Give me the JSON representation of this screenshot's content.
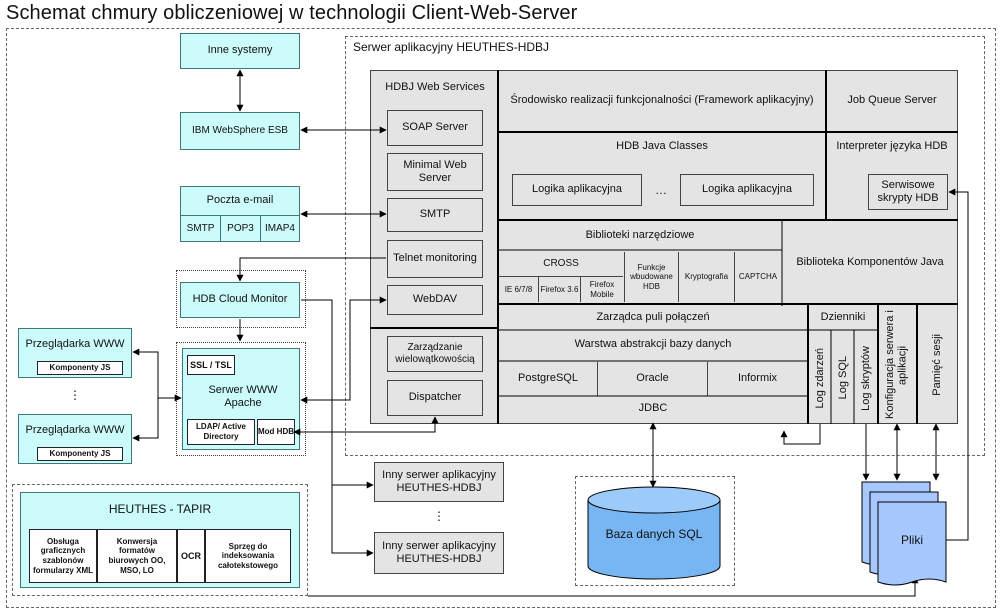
{
  "title": "Schemat chmury obliczeniowej w technologii Client-Web-Server",
  "left": {
    "inne_systemy": "Inne systemy",
    "ibm_esb": "IBM WebSphere ESB",
    "poczta": {
      "title": "Poczta e-mail",
      "protocols": [
        "SMTP",
        "POP3",
        "IMAP4"
      ]
    },
    "cloud_monitor": "HDB Cloud Monitor",
    "apache": {
      "ssl": "SSL / TSL",
      "title": "Serwer WWW Apache",
      "ldap": "LDAP/ Active Directory",
      "mod": "Mod HDB"
    },
    "browsers": [
      {
        "title": "Przeglądarka WWW",
        "komp": "Komponenty JS"
      },
      {
        "title": "Przeglądarka WWW",
        "komp": "Komponenty JS"
      }
    ],
    "browser_ellipsis": "⋮",
    "tapir": {
      "title": "HEUTHES - TAPIR",
      "cells": [
        "Obsługa graficznych szablonów formularzy XML",
        "Konwersja formatów biurowych OO, MSO, LO",
        "OCR",
        "Sprzęg do indeksowania całotekstowego"
      ]
    }
  },
  "server": {
    "title": "Serwer aplikacyjny HEUTHES-HDBJ",
    "ws": {
      "title": "HDBJ Web Services",
      "items": [
        "SOAP Server",
        "Minimal Web Server",
        "SMTP",
        "Telnet monitoring",
        "WebDAV"
      ]
    },
    "multi": "Zarządzanie wielowątkowością",
    "dispatcher": "Dispatcher",
    "framework": "Środowisko realizacji funkcjonalności (Framework aplikacyjny)",
    "job_queue": "Job Queue Server",
    "java_classes": "HDB Java Classes",
    "logika": [
      "Logika aplikacyjna",
      "…",
      "Logika aplikacyjna"
    ],
    "interpreter": "Interpreter języka HDB",
    "skrypty": "Serwisowe skrypty HDB",
    "biblioteki": "Biblioteki narzędziowe",
    "cross": "CROSS",
    "browsers_cross": [
      "IE 6/7/8",
      "Firefox 3.6",
      "Firefox Mobile"
    ],
    "funkcje": "Funkcje wbudowane HDB",
    "krypto": "Kryptografia",
    "captcha": "CAPTCHA",
    "komponenty_java": "Biblioteka Komponentów Java",
    "pula": "Zarządca puli połączeń",
    "warstwa": "Warstwa abstrakcji bazy danych",
    "dbs": [
      "PostgreSQL",
      "Oracle",
      "Informix"
    ],
    "jdbc": "JDBC",
    "dzienniki": "Dzienniki",
    "logs": [
      "Log zdarzeń",
      "Log SQL",
      "Log skryptów"
    ],
    "konfig": "Konfiguracja serwera i aplikacji",
    "pamiec": "Pamięć sesji"
  },
  "other_servers": [
    "Inny serwer aplikacyjny HEUTHES-HDBJ",
    "Inny serwer aplikacyjny HEUTHES-HDBJ"
  ],
  "other_ellipsis": "⋮",
  "baza": "Baza danych SQL",
  "pliki": "Pliki"
}
